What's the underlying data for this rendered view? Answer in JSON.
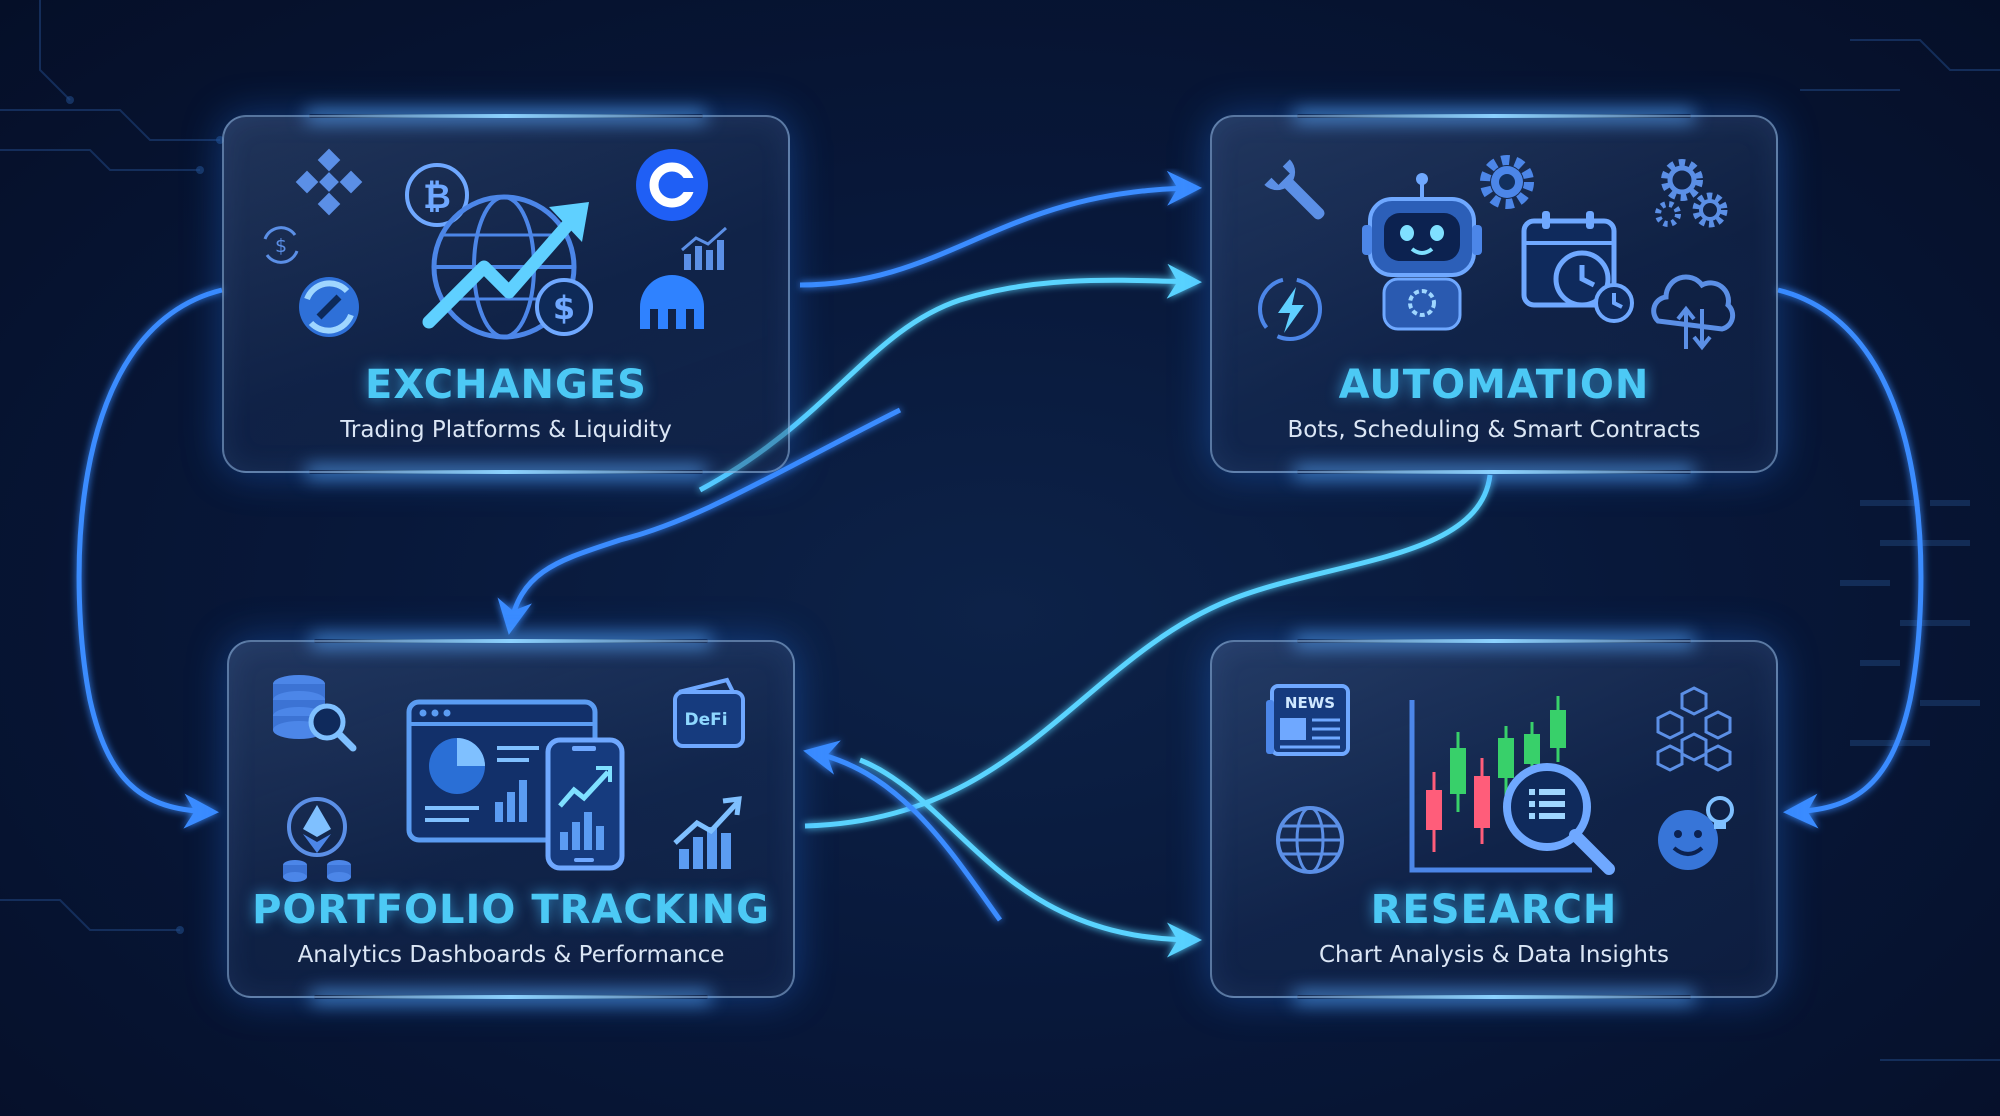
{
  "colors": {
    "background": "#071432",
    "accent_cyan": "#4cc9f5",
    "arrow_blue": "#2e7cff",
    "arrow_cyan": "#5ad4ff",
    "subtitle": "#dbe6f5"
  },
  "cards": {
    "exchanges": {
      "title": "EXCHANGES",
      "subtitle": "Trading Platforms & Liquidity",
      "icons": [
        "binance-icon",
        "bitcoin-icon",
        "globe-growth-icon",
        "coinbase-icon",
        "exchange-cycle-icon",
        "kraken-icon",
        "swap-icon",
        "dollar-coin-icon",
        "bar-chart-icon"
      ]
    },
    "automation": {
      "title": "AUTOMATION",
      "subtitle": "Bots, Scheduling & Smart Contracts",
      "icons": [
        "wrench-icon",
        "robot-icon",
        "gear-icon",
        "gears-icon",
        "calendar-clock-icon",
        "lightning-icon",
        "cloud-sync-icon"
      ]
    },
    "portfolio": {
      "title": "PORTFOLIO TRACKING",
      "subtitle": "Analytics Dashboards & Performance",
      "icons": [
        "database-search-icon",
        "dashboard-icon",
        "mobile-chart-icon",
        "defi-wallet-icon",
        "ethereum-coins-icon",
        "growth-chart-icon"
      ],
      "wallet_label": "DeFi"
    },
    "research": {
      "title": "RESEARCH",
      "subtitle": "Chart Analysis & Data Insights",
      "icons": [
        "newspaper-icon",
        "candlestick-chart-icon",
        "magnifier-icon",
        "blockchain-cubes-icon",
        "globe-icon",
        "idea-face-icon"
      ],
      "news_label": "NEWS"
    }
  },
  "flows": [
    {
      "from": "exchanges",
      "to": "automation"
    },
    {
      "from": "portfolio",
      "to": "automation"
    },
    {
      "from": "automation",
      "to": "portfolio"
    },
    {
      "from": "exchanges",
      "to": "portfolio"
    },
    {
      "from": "automation",
      "to": "research"
    },
    {
      "from": "portfolio",
      "to": "research"
    },
    {
      "from": "research",
      "to": "portfolio"
    }
  ]
}
